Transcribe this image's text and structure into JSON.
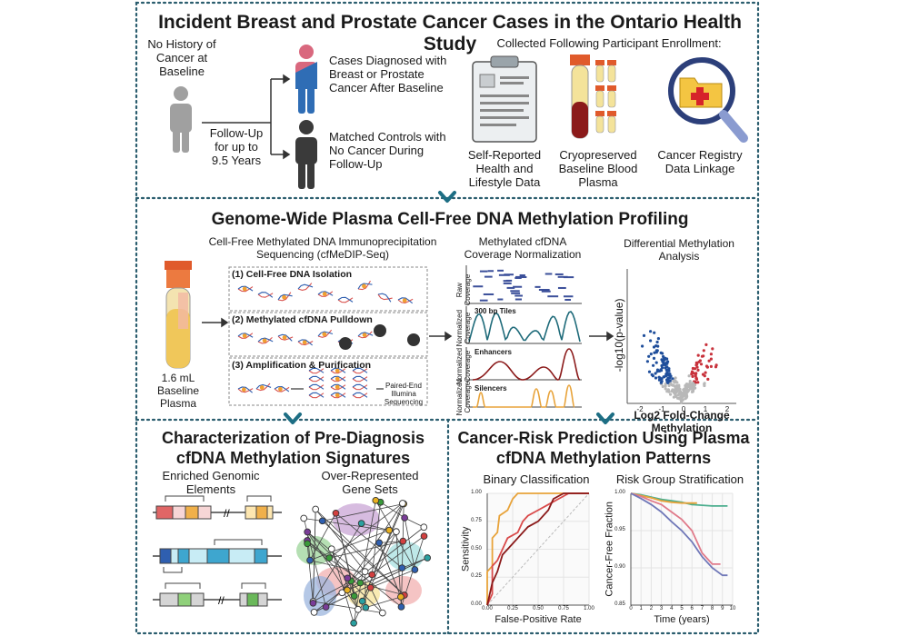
{
  "section1": {
    "title": "Incident Breast and Prostate Cancer Cases in the Ontario Health Study",
    "baseline_label": "No History of Cancer at Baseline",
    "followup_label": "Follow-Up for up to 9.5 Years",
    "cases_label": "Cases Diagnosed with Breast or Prostate Cancer After Baseline",
    "controls_label": "Matched Controls with No Cancer During Follow-Up",
    "collected_heading": "Collected Following Participant Enrollment:",
    "collected_items": [
      {
        "label": "Self-Reported Health and Lifestyle Data",
        "icon": "clipboard-icon"
      },
      {
        "label": "Cryopreserved Baseline Blood Plasma",
        "icon": "blood-tubes-icon"
      },
      {
        "label": "Cancer Registry Data Linkage",
        "icon": "folder-magnifier-icon"
      }
    ]
  },
  "section2": {
    "title": "Genome-Wide Plasma Cell-Free DNA Methylation Profiling",
    "cfmedip_heading": "Cell-Free Methylated DNA Immunoprecipitation Sequencing (cfMeDIP-Seq)",
    "tube_label": "1.6 mL Baseline Plasma",
    "steps": [
      "(1) Cell-Free DNA Isolation",
      "(2) Methylated cfDNA Pulldown",
      "(3) Amplification & Purification"
    ],
    "sequencing_label": "Paired-End Illumina Sequencing",
    "coverage_heading": "Methylated cfDNA Coverage Normalization",
    "coverage_panels": [
      {
        "ylabel": "Raw Coverage",
        "title": ""
      },
      {
        "ylabel": "Normalized Coverage",
        "title": "300 bp Tiles"
      },
      {
        "ylabel": "Normalized Coverage",
        "title": "Enhancers"
      },
      {
        "ylabel": "Normalized Coverage",
        "title": "Silencers"
      }
    ],
    "diff_heading": "Differential Methylation Analysis",
    "volcano": {
      "xlabel": "Log2 Fold-Change Methylation",
      "ylabel": "-log10(p-value)",
      "xticks": [
        "-2",
        "-1",
        "0",
        "1",
        "2"
      ]
    }
  },
  "section3": {
    "title": "Characterization of Pre-Diagnosis cfDNA Methylation Signatures",
    "enriched_label": "Enriched Genomic Elements",
    "overrep_label": "Over-Represented Gene Sets"
  },
  "section4": {
    "title": "Cancer-Risk Prediction Using Plasma cfDNA Methylation Patterns",
    "binary_label": "Binary Classification",
    "risk_label": "Risk Group Stratification"
  },
  "colors": {
    "border": "#2a5d6e",
    "chevron": "#1d6e84",
    "case_pink": "#d9687e",
    "case_blue": "#2f6db5",
    "control_dark": "#3a3a3a",
    "baseline_grey": "#a0a0a0",
    "volcano_blue": "#1f4e9b",
    "volcano_red": "#c8323c"
  },
  "chart_data": [
    {
      "type": "line",
      "title": "",
      "xlabel": "False-Positive Rate",
      "ylabel": "Sensitivity",
      "xlim": [
        0,
        1
      ],
      "ylim": [
        0,
        1
      ],
      "xticks": [
        "0.00",
        "0.25",
        "0.50",
        "0.75",
        "1.00"
      ],
      "yticks": [
        "0.00",
        "0.25",
        "0.50",
        "0.75",
        "1.00"
      ],
      "grid": true,
      "series": [
        {
          "color": "#e8a33a",
          "x": [
            0,
            0,
            0.05,
            0.05,
            0.1,
            0.12,
            0.2,
            0.25,
            0.3,
            0.45,
            0.5,
            0.55,
            1
          ],
          "y": [
            0,
            0.3,
            0.35,
            0.6,
            0.65,
            0.8,
            0.85,
            0.95,
            1,
            1,
            1,
            1,
            1
          ]
        },
        {
          "color": "#d94a4a",
          "x": [
            0,
            0.05,
            0.05,
            0.1,
            0.15,
            0.2,
            0.3,
            0.35,
            0.4,
            0.5,
            0.6,
            0.7,
            0.8,
            1
          ],
          "y": [
            0,
            0.1,
            0.35,
            0.4,
            0.5,
            0.6,
            0.65,
            0.75,
            0.8,
            0.85,
            0.9,
            0.95,
            1,
            1
          ]
        },
        {
          "color": "#8b1a1a",
          "x": [
            0,
            0.05,
            0.1,
            0.15,
            0.25,
            0.3,
            0.4,
            0.5,
            0.6,
            0.65,
            0.75,
            1
          ],
          "y": [
            0,
            0.2,
            0.3,
            0.45,
            0.55,
            0.6,
            0.7,
            0.75,
            0.85,
            0.95,
            1,
            1
          ]
        }
      ]
    },
    {
      "type": "line",
      "title": "",
      "xlabel": "Time (years)",
      "ylabel": "Cancer-Free Fraction",
      "xlim": [
        0,
        10
      ],
      "ylim": [
        0.85,
        1.0
      ],
      "xticks": [
        "0",
        "1",
        "2",
        "3",
        "4",
        "5",
        "6",
        "7",
        "8",
        "9",
        "10"
      ],
      "yticks": [
        "0.85",
        "0.90",
        "0.95",
        "1.00"
      ],
      "grid": true,
      "series": [
        {
          "color": "#4bae8e",
          "x": [
            0,
            1,
            2,
            3,
            4,
            5,
            6,
            7,
            8,
            9,
            9.5
          ],
          "y": [
            1.0,
            0.998,
            0.995,
            0.992,
            0.99,
            0.988,
            0.985,
            0.984,
            0.983,
            0.983,
            0.983
          ]
        },
        {
          "color": "#e8a33a",
          "x": [
            0,
            1,
            2,
            3,
            4,
            5,
            6,
            6.5
          ],
          "y": [
            1.0,
            0.997,
            0.994,
            0.99,
            0.988,
            0.987,
            0.987,
            0.987
          ]
        },
        {
          "color": "#e07a8a",
          "x": [
            0,
            1,
            2,
            3,
            4,
            5,
            6,
            7,
            8,
            8.8
          ],
          "y": [
            1.0,
            0.996,
            0.99,
            0.985,
            0.975,
            0.965,
            0.95,
            0.92,
            0.905,
            0.905
          ]
        },
        {
          "color": "#7078b8",
          "x": [
            0,
            1,
            2,
            3,
            4,
            5,
            6,
            7,
            8,
            9,
            9.5
          ],
          "y": [
            1.0,
            0.993,
            0.985,
            0.975,
            0.962,
            0.95,
            0.935,
            0.915,
            0.9,
            0.89,
            0.89
          ]
        }
      ]
    }
  ]
}
